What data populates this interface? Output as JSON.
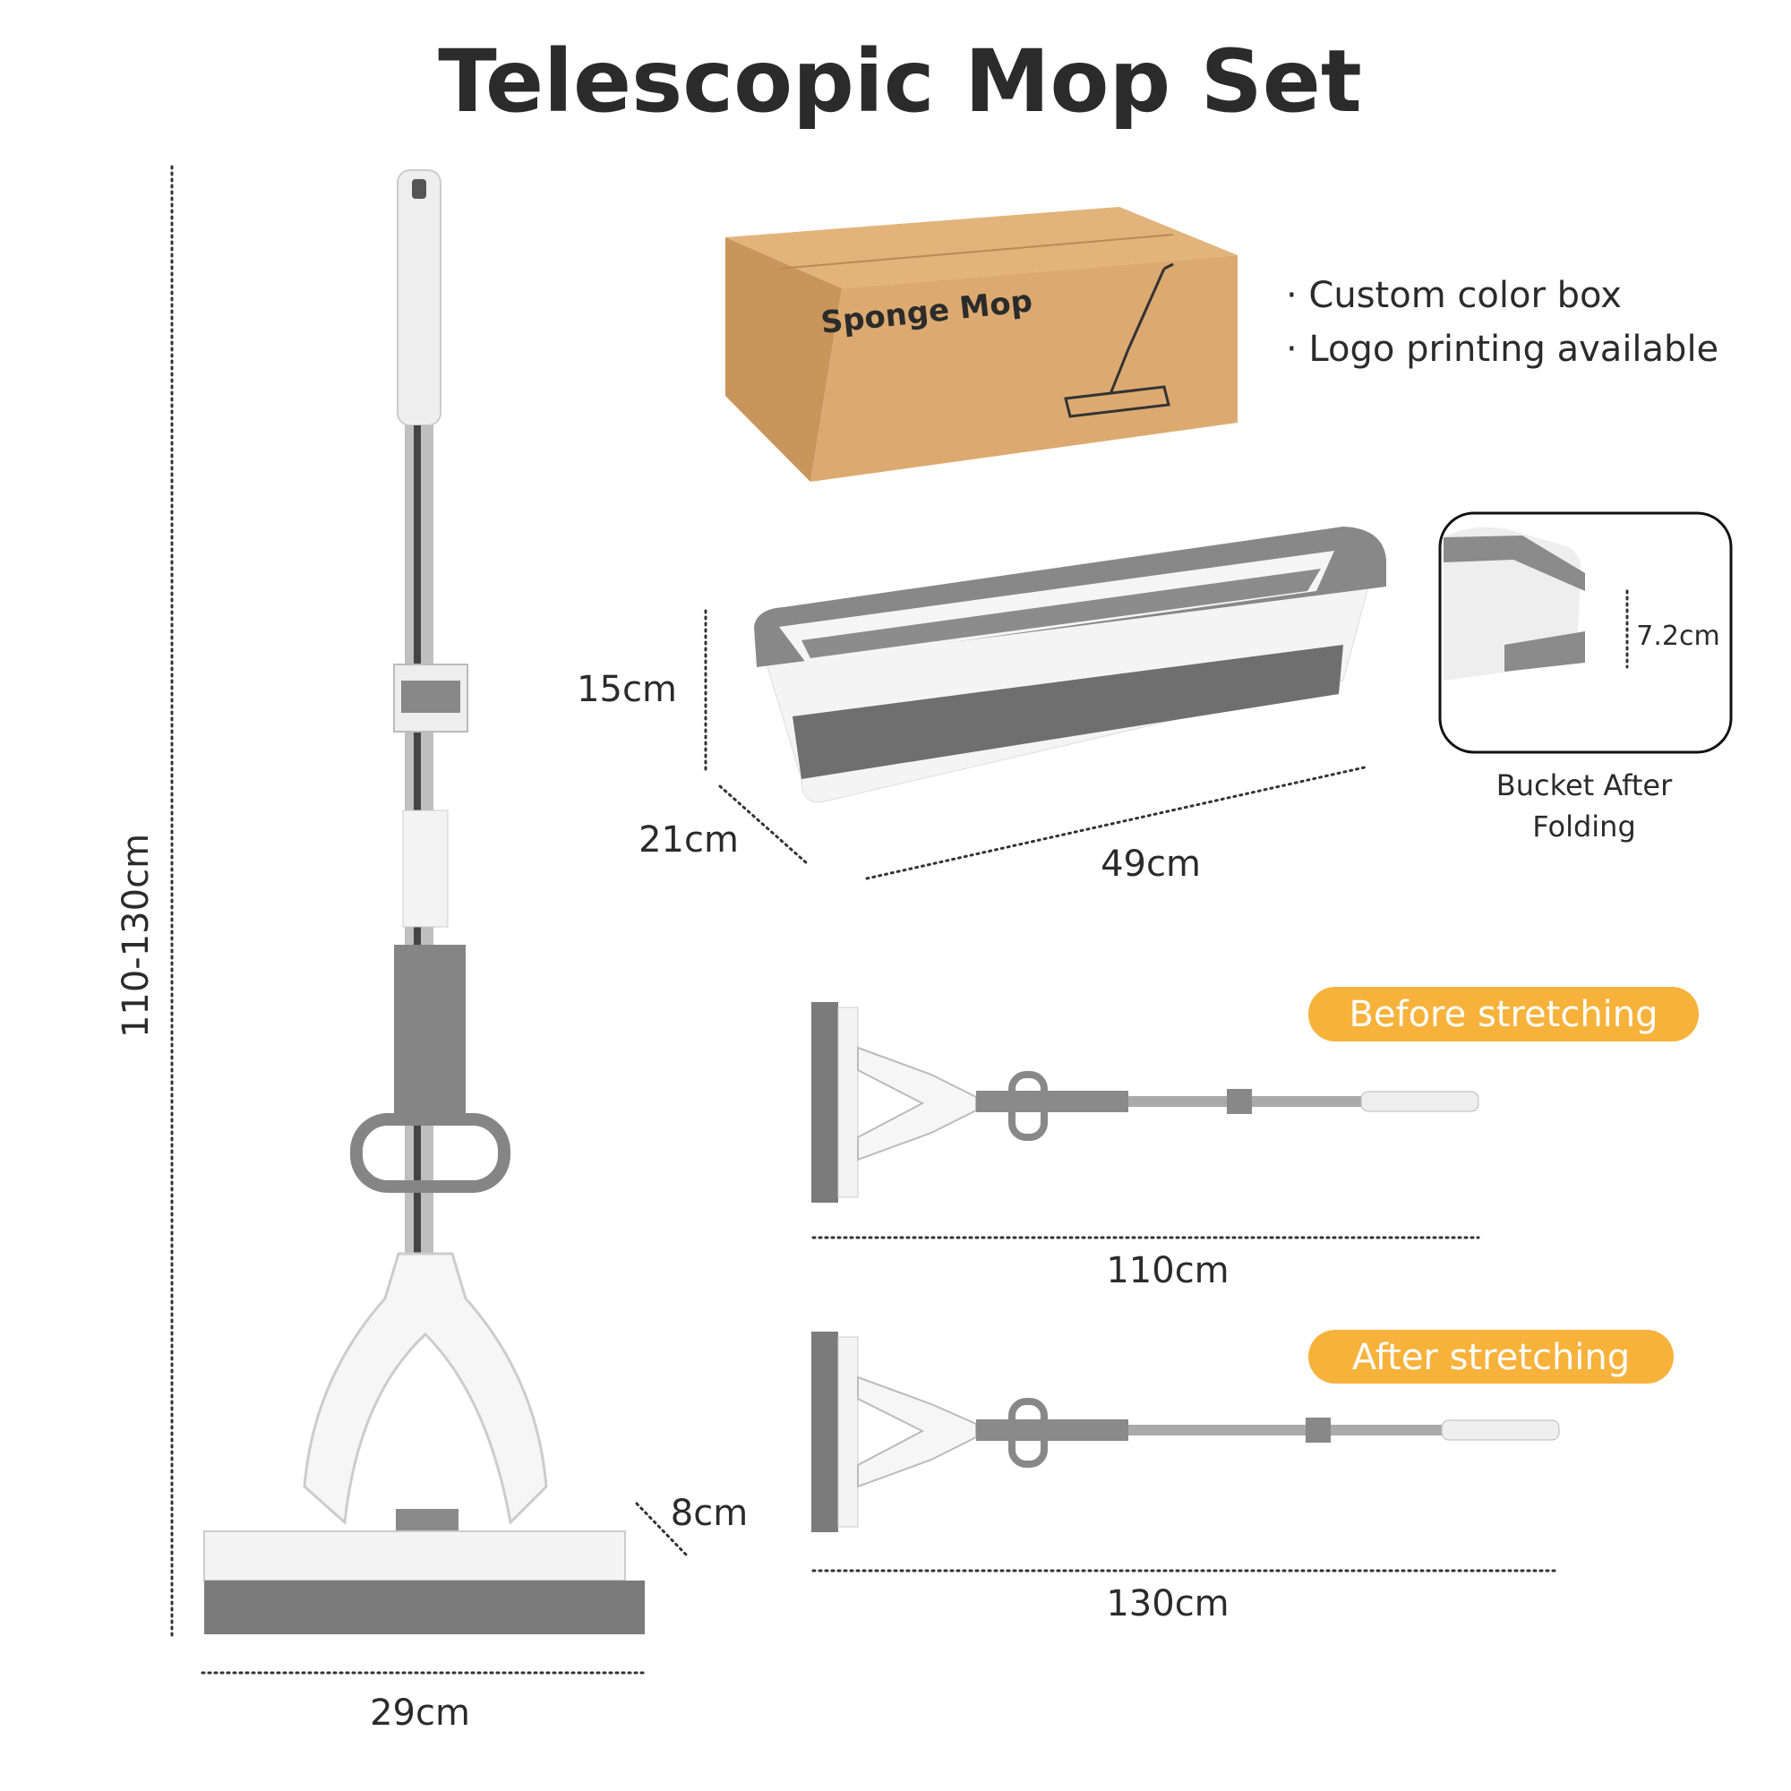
{
  "title": "Telescopic Mop Set",
  "mop": {
    "height_label": "110-130cm",
    "width_label": "29cm",
    "depth_label": "8cm"
  },
  "box": {
    "print_text": "Sponge Mop",
    "features": [
      "· Custom color box",
      "· Logo printing available"
    ]
  },
  "bucket": {
    "height_label": "15cm",
    "depth_label": "21cm",
    "length_label": "49cm",
    "folded_height_label": "7.2cm",
    "folded_caption_line1": "Bucket After",
    "folded_caption_line2": "Folding"
  },
  "before": {
    "badge": "Before stretching",
    "length_label": "110cm"
  },
  "after": {
    "badge": "After stretching",
    "length_label": "130cm"
  },
  "colors": {
    "accent": "#f7b23b",
    "gray": "#777777",
    "box": "#d9a86e"
  }
}
